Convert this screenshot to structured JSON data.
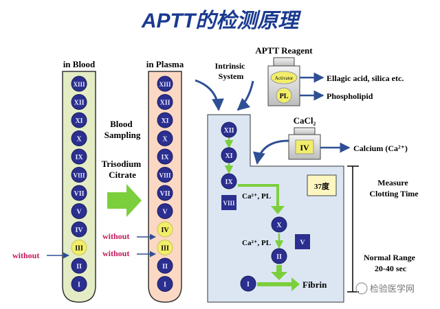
{
  "title": "APTT的检测原理",
  "watermark": "检验医学网",
  "colors": {
    "title": "#1a3a8f",
    "factor_fill": "#2b2f8f",
    "factor_text": "#e8e8ff",
    "yellow_factor": "#f2ee6a",
    "blood_tube": "#e3ecc4",
    "plasma_tube": "#fbd8c4",
    "arrow_blue": "#2e4f93",
    "arrow_green": "#7ccf3c",
    "pink_text": "#c2185b",
    "box_fill": "#dbe6f2"
  },
  "blood_tube": {
    "label": "in Blood",
    "factors": [
      "XIII",
      "XII",
      "XI",
      "X",
      "IX",
      "VIII",
      "VII",
      "V",
      "IV",
      "III",
      "II",
      "I"
    ],
    "missing": "III",
    "without_label": "without"
  },
  "plasma_tube": {
    "label": "in Plasma",
    "factors": [
      "XIII",
      "XII",
      "XI",
      "X",
      "IX",
      "VIII",
      "VII",
      "V",
      "IV",
      "III",
      "II",
      "I"
    ],
    "missing": [
      "IV",
      "III"
    ],
    "without_labels": [
      "without",
      "without"
    ]
  },
  "sampling": {
    "line1": "Blood",
    "line2": "Sampling",
    "line3": "Trisodium",
    "line4": "Citrate"
  },
  "intrinsic": {
    "line1": "Intrinsic",
    "line2": "System"
  },
  "reagent": {
    "label": "APTT Reagent",
    "activator": "Activator",
    "pl": "PL",
    "activator_note": "Ellagic acid, silica etc.",
    "pl_note": "Phospholipid"
  },
  "cacl2": {
    "label": "CaCl₂",
    "factor": "IV",
    "note": "Calcium (Ca²⁺)"
  },
  "cascade": {
    "factors": [
      "XII",
      "XI",
      "IX",
      "VIII",
      "X",
      "V",
      "II",
      "I"
    ],
    "ca_pl_1": "Ca²⁺, PL",
    "ca_pl_2": "Ca²⁺, PL",
    "fibrin": "Fibrin",
    "temperature": "37度"
  },
  "measure": {
    "line1": "Measure",
    "line2": "Clotting Time"
  },
  "normal_range": {
    "line1": "Normal Range",
    "line2": "20-40 sec"
  }
}
